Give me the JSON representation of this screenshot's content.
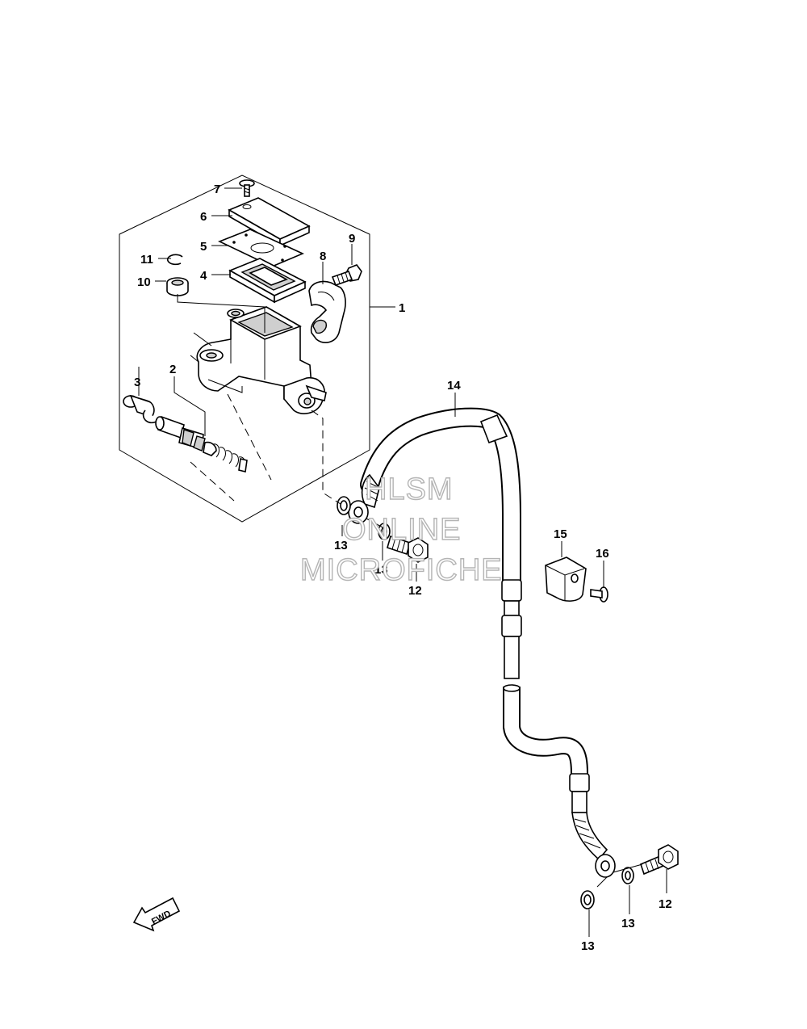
{
  "callouts": {
    "c1": "1",
    "c2": "2",
    "c3": "3",
    "c4": "4",
    "c5": "5",
    "c6": "6",
    "c7": "7",
    "c8": "8",
    "c9": "9",
    "c10": "10",
    "c11": "11",
    "c12a": "12",
    "c12b": "12",
    "c13a": "13",
    "c13b": "13",
    "c13c": "13",
    "c13d": "13",
    "c14": "14",
    "c15": "15",
    "c16": "16"
  },
  "watermark": {
    "line1": "HLSM",
    "line2": "ONLINE",
    "line3": "MICROFICHE"
  },
  "fwd_label": "FWD"
}
